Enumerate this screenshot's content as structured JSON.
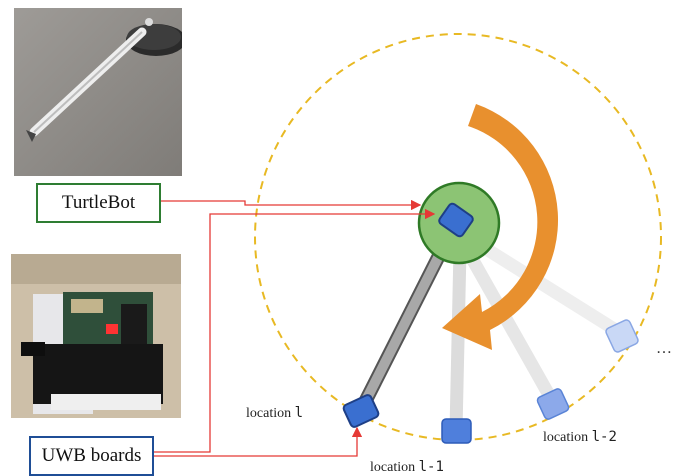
{
  "labels": {
    "turtlebot": "TurtleBot",
    "uwb": "UWB boards"
  },
  "locations": {
    "l": {
      "prefix": "location ",
      "code": "l"
    },
    "l1": {
      "prefix": "location ",
      "code": "l-1"
    },
    "l2": {
      "prefix": "location ",
      "code": "l-2"
    }
  },
  "ellipsis": "…",
  "colors": {
    "turtlebot_border": "#2e7d32",
    "uwb_border": "#1f4e96",
    "arrow": "#e53935",
    "robot_fill": "#8cc474",
    "robot_stroke": "#2f7a26",
    "uwb_node": "#3a6fd0",
    "rotation_arrow": "#e8902e",
    "dashed_circle": "#e8b923"
  }
}
